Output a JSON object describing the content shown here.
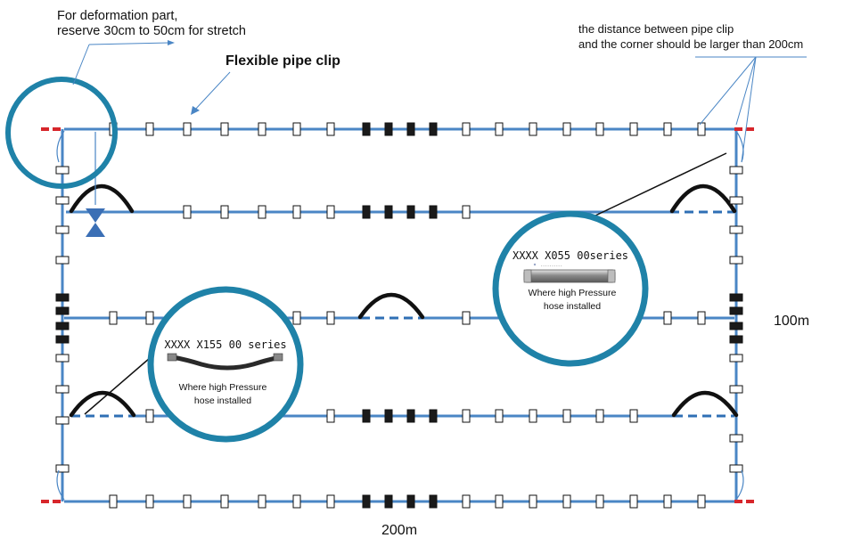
{
  "annotations": {
    "deformation_line1": "For deformation part,",
    "deformation_line2": "reserve 30cm to 50cm for stretch",
    "flexible_clip": "Flexible pipe clip",
    "distance_line1": "the distance between pipe clip",
    "distance_line2": "and the corner should be larger than 200cm",
    "height_dim": "100m",
    "width_dim": "200m"
  },
  "callouts": [
    {
      "id": "right",
      "model": "XXXX X055 00series",
      "caption_line1": "Where high Pressure",
      "caption_line2": "hose installed"
    },
    {
      "id": "left",
      "model": "XXXX X155 00 series",
      "caption_line1": "Where high Pressure",
      "caption_line2": "hose installed"
    }
  ],
  "colors": {
    "pipe": "#4a86c5",
    "pipe_dashed": "#2f6fb5",
    "circle": "#1f82a8",
    "end_cap": "#d7262b",
    "clip_fixed": "#1a1a1a",
    "hose": "#111111",
    "valve": "#3b6fb5"
  }
}
